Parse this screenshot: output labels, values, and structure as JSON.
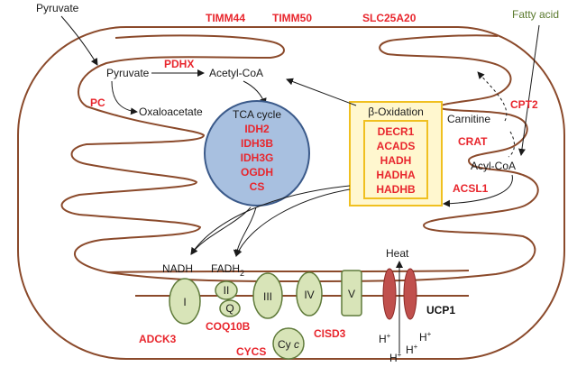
{
  "labels": {
    "pyruvate_outside": "Pyruvate",
    "pyruvate_inside": "Pyruvate",
    "acetyl_coa": "Acetyl-CoA",
    "oxaloacetate": "Oxaloacetate",
    "tca_cycle": "TCA cycle",
    "beta_oxidation": "β-Oxidation",
    "fatty_acid": "Fatty acid",
    "carnitine": "Carnitine",
    "acyl_coa": "Acyl-CoA",
    "nadh": "NADH",
    "fadh2_base": "FADH",
    "fadh2_sub": "2",
    "heat": "Heat",
    "h_plus": [
      "H",
      "H",
      "H",
      "H"
    ],
    "h_plus_sup": "+"
  },
  "genes": {
    "membrane": [
      "TIMM44",
      "TIMM50",
      "SLC25A20"
    ],
    "pdhx": "PDHX",
    "pc": "PC",
    "tca": [
      "IDH2",
      "IDH3B",
      "IDH3G",
      "OGDH",
      "CS"
    ],
    "beta_ox": [
      "DECR1",
      "ACADS",
      "HADH",
      "HADHA",
      "HADHB"
    ],
    "cpt2": "CPT2",
    "crat": "CRAT",
    "acsl1": "ACSL1",
    "adck3": "ADCK3",
    "coq10b": "COQ10B",
    "cycs": "CYCS",
    "cisd3": "CISD3",
    "ucp1": "UCP1"
  },
  "complexes": {
    "c1": "I",
    "c2": "II",
    "q": "Q",
    "c3": "III",
    "c4": "IV",
    "c5": "V",
    "cyc_base": "Cy",
    "cyc_italic": "c"
  },
  "colors": {
    "membrane": "#8b4a2b",
    "gene_text": "#e8262d",
    "tca_fill": "#a8c0e0",
    "tca_stroke": "#3b5a8a",
    "beta_fill": "#fff7cf",
    "beta_stroke": "#f0c020",
    "complex_fill": "#d8e4b8",
    "complex_stroke": "#5f7a3a",
    "ucp_fill": "#c0504d",
    "fatty_acid": "#5b7a2e"
  }
}
